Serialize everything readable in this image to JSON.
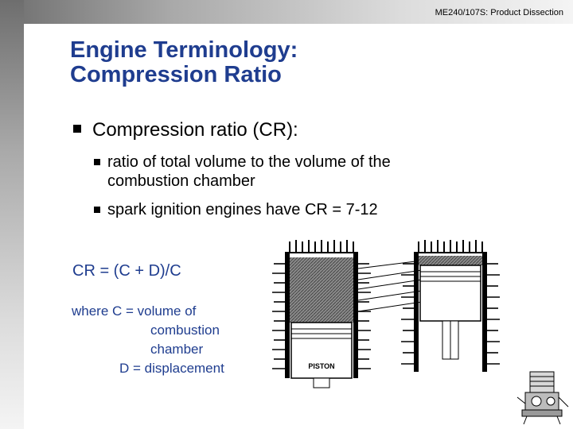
{
  "slide": {
    "header_label": "ME240/107S: Product Dissection",
    "title_line1": "Engine Terminology:",
    "title_line2": "Compression Ratio",
    "bullet1": "Compression ratio (CR):",
    "sub1_line1": "ratio of total volume to the volume of the",
    "sub1_line2": "combustion chamber",
    "sub2": "spark ignition engines have CR = 7-12",
    "formula": "CR = (C + D)/C",
    "where_line1": "where C = volume of",
    "where_line2": "combustion",
    "where_line3": "chamber",
    "where_line4": "D = displacement"
  },
  "diagram": {
    "piston_label": "PISTON"
  },
  "colors": {
    "title": "#1f3d8f",
    "body": "#000000",
    "formula": "#1f3d8f"
  }
}
